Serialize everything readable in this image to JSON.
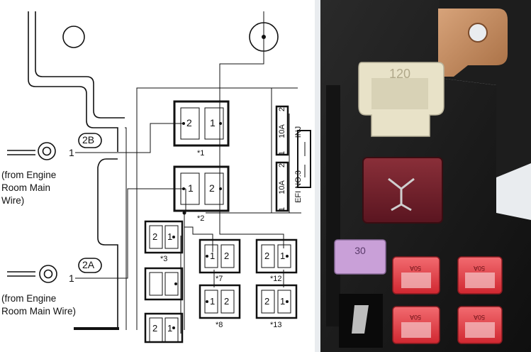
{
  "connectors": {
    "c2b": {
      "label": "2B",
      "pin": "1"
    },
    "c2a": {
      "label": "2A",
      "pin": "1"
    }
  },
  "notes": {
    "upper": [
      "(from Engine",
      "Room Main",
      "Wire)"
    ],
    "lower": [
      "(from Engine",
      "Room Main Wire)"
    ]
  },
  "relays": {
    "r1": {
      "pins": [
        "2",
        "1"
      ],
      "ref": "*1"
    },
    "r2": {
      "pins": [
        "1",
        "2"
      ],
      "ref": "*2"
    }
  },
  "small_relays": {
    "r3": {
      "pins": [
        "2",
        "1"
      ],
      "ref": "*3"
    },
    "r7": {
      "pins": [
        "1",
        "2"
      ],
      "ref": "*7"
    },
    "r12": {
      "pins": [
        "2",
        "1"
      ],
      "ref": "*12"
    },
    "r8": {
      "pins": [
        "1",
        "2"
      ],
      "ref": "*8"
    },
    "r13": {
      "pins": [
        "2",
        "1"
      ],
      "ref": "*13"
    },
    "r_bottom": {
      "pins": [
        "2",
        "1"
      ]
    }
  },
  "fuses": {
    "inj": {
      "pin_a": "2",
      "rating": "10A",
      "pin_b": "1",
      "name": "INJ"
    },
    "efi": {
      "pin_a": "2",
      "rating": "10A",
      "pin_b": "1",
      "name": "EFI NO.3"
    }
  },
  "photo": {
    "fuse_large": "120",
    "fuse_small": "30",
    "mini_fuse_marking": "50A",
    "colors": {
      "box": "#1a1a1a",
      "bracket": "#c08a60",
      "fuse_large": "#e8e2c8",
      "fuse_maroon": "#6d1a24",
      "fuse_purple": "#c9a0d8",
      "fuse_red": "#e13a42"
    }
  }
}
